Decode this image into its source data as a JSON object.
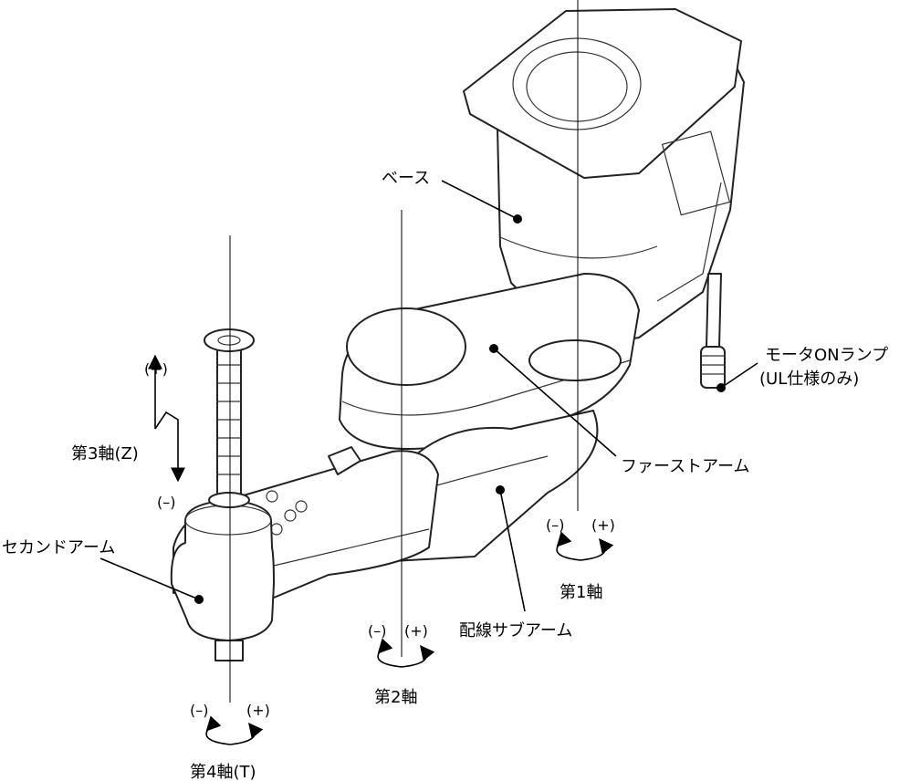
{
  "labels": {
    "base": "ベース",
    "motor_lamp_line1": "モータONランプ",
    "motor_lamp_line2": "(UL仕様のみ)",
    "first_arm": "ファーストアーム",
    "wiring_sub_arm": "配線サブアーム",
    "second_arm": "セカンドアーム"
  },
  "axes": {
    "axis1": {
      "name": "第1軸",
      "minus": "(–)",
      "plus": "(+)"
    },
    "axis2": {
      "name": "第2軸",
      "minus": "(–)",
      "plus": "(+)"
    },
    "axis3": {
      "name": "第3軸(Z)",
      "minus": "(–)",
      "plus": "(+)"
    },
    "axis4": {
      "name": "第4軸(T)",
      "minus": "(–)",
      "plus": "(+)"
    }
  }
}
